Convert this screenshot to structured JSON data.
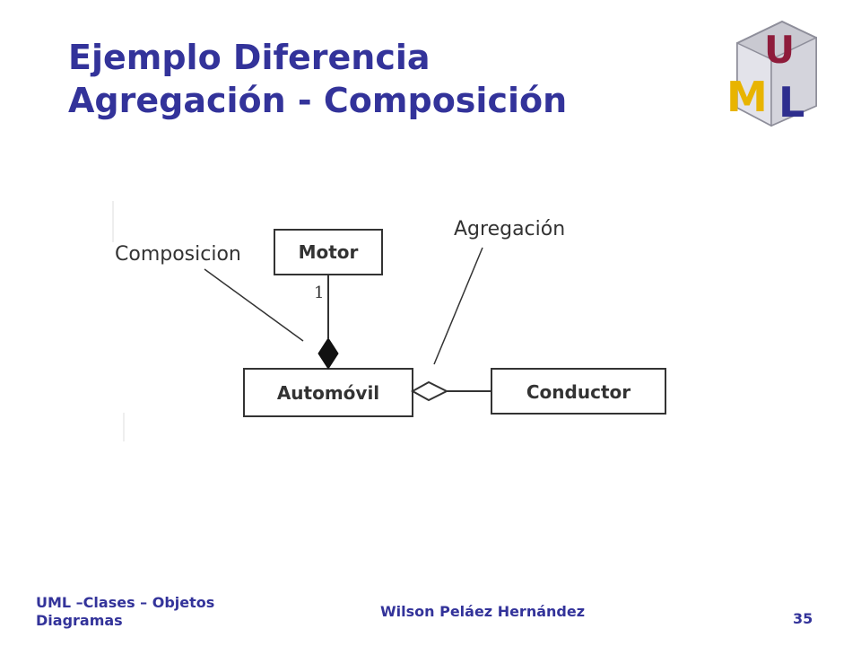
{
  "slide": {
    "title_line1": "Ejemplo Diferencia",
    "title_line2": "Agregación - Composición",
    "accent_color": "#33339a"
  },
  "logo": {
    "letters": [
      "U",
      "M",
      "L"
    ],
    "icon": "uml-logo-icon"
  },
  "diagram": {
    "classes": {
      "motor": "Motor",
      "automovil": "Automóvil",
      "conductor": "Conductor"
    },
    "multiplicity_motor": "1",
    "annotations": {
      "composicion": "Composicion",
      "agregacion": "Agregación"
    }
  },
  "footer": {
    "left_line1": "UML –Clases – Objetos",
    "left_line2": "Diagramas",
    "author": "Wilson Peláez Hernández",
    "page": "35"
  }
}
